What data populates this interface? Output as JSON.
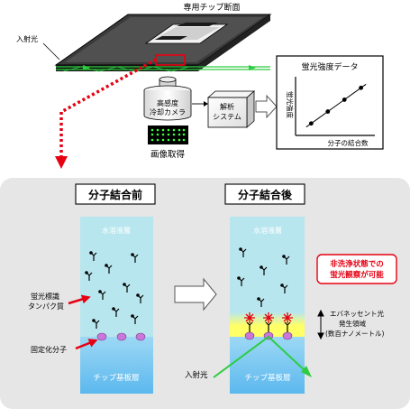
{
  "top": {
    "chip_title": "専用チップ断面",
    "incident_light": "入射光",
    "camera_lines": [
      "高感度",
      "冷却カメラ"
    ],
    "analysis_lines": [
      "解析",
      "システム"
    ],
    "image_caption": "画像取得",
    "chart": {
      "title": "蛍光強度データ",
      "ylabel": "蛍光強度",
      "xlabel": "分子の結合数"
    }
  },
  "before": {
    "title": "分子結合前",
    "water_layer": "水溶液層",
    "chip_layer": "チップ基板層",
    "label_protein_lines": [
      "蛍光標識",
      "タンパク質"
    ],
    "label_fixed": "固定化分子"
  },
  "after": {
    "title": "分子結合後",
    "water_layer": "水溶液層",
    "chip_layer": "チップ基板層",
    "callout_lines": [
      "非洗浄状態での",
      "蛍光観察が可能"
    ],
    "evanescent_lines": [
      "エバネッセント光",
      "発生領域",
      "(数百ナノメートル)"
    ],
    "incident_light": "入射光"
  },
  "colors": {
    "water": "#b8e6ee",
    "chip_substrate": "#6ec4f0",
    "evanescent_yellow": "#ffff66",
    "fixed_molecule": "#c977d8",
    "arrow_red": "#e60012",
    "light_green": "#2ecc40",
    "bottom_panel_bg": "#e6e6e6"
  },
  "chart_data": {
    "type": "scatter",
    "title": "蛍光強度データ",
    "xlabel": "分子の結合数",
    "ylabel": "蛍光強度",
    "x": [
      1,
      2,
      3,
      4
    ],
    "y": [
      1,
      2,
      3,
      4
    ]
  }
}
